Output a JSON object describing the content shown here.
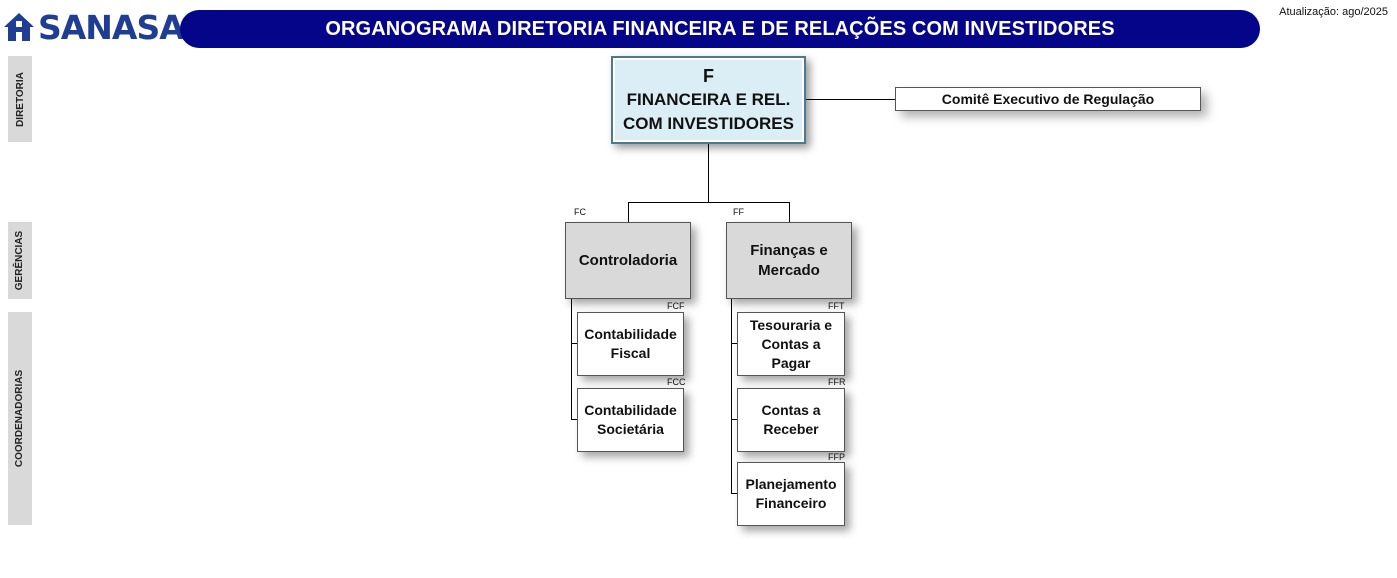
{
  "header": {
    "logo_text": "SANASA",
    "title": "ORGANOGRAMA DIRETORIA FINANCEIRA E DE RELAÇÕES COM INVESTIDORES",
    "update": "Atualização: ago/2025"
  },
  "side_labels": {
    "diretoria": "DIRETORIA",
    "gerencias": "GERÊNCIAS",
    "coordenadorias": "COORDENADORIAS"
  },
  "diretoria": {
    "code": "F",
    "line1": "FINANCEIRA E REL.",
    "line2": "COM INVESTIDORES"
  },
  "committee": "Comitê Executivo de Regulação",
  "gerencias": [
    {
      "code": "FC",
      "line1": "Controladoria",
      "line2": ""
    },
    {
      "code": "FF",
      "line1": "Finanças e",
      "line2": "Mercado"
    }
  ],
  "coordenadorias": [
    {
      "code": "FCF",
      "lines": [
        "Contabilidade",
        "Fiscal"
      ]
    },
    {
      "code": "FCC",
      "lines": [
        "Contabilidade",
        "Societária"
      ]
    },
    {
      "code": "FFT",
      "lines": [
        "Tesouraria e",
        "Contas a",
        "Pagar"
      ]
    },
    {
      "code": "FFR",
      "lines": [
        "Contas a",
        "Receber"
      ]
    },
    {
      "code": "FFP",
      "lines": [
        "Planejamento",
        "Financeiro"
      ]
    }
  ],
  "colors": {
    "banner": "#05058a",
    "logo": "#1f3e93",
    "dir_fill": "#dbeef6",
    "ger_fill": "#d9d9d9"
  }
}
